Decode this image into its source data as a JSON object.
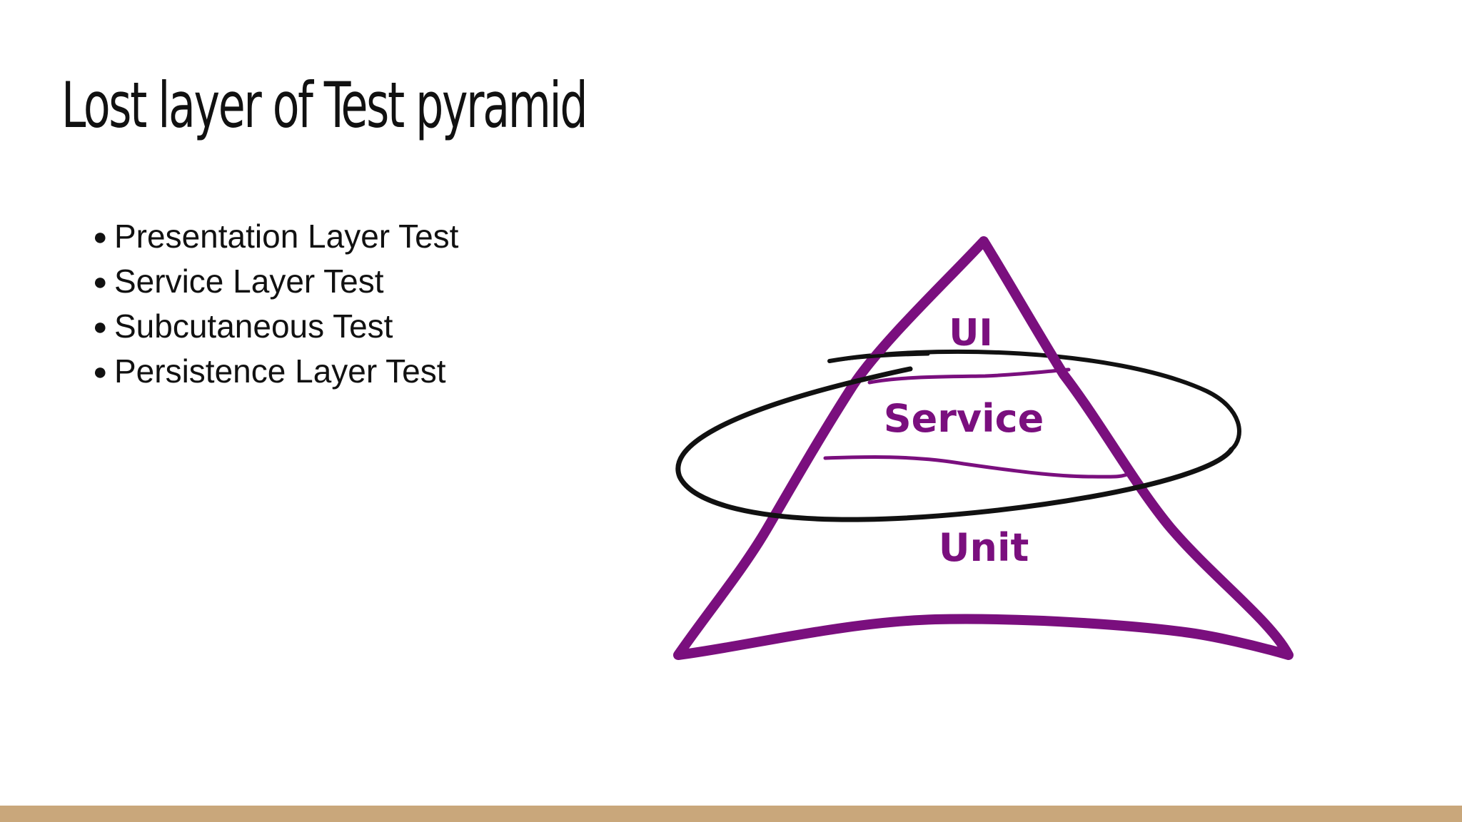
{
  "slide": {
    "title": "Lost layer of Test pyramid",
    "bullet_glyph": "●",
    "bullets": [
      "Presentation Layer Test",
      "Service Layer Test",
      "Subcutaneous Test",
      "Persistence Layer Test"
    ]
  },
  "diagram": {
    "layers": {
      "top": "UI",
      "middle": "Service",
      "bottom": "Unit"
    },
    "pyramid_color": "#7a0f7e",
    "ellipse_color": "#111111"
  },
  "theme": {
    "footer_bar_color": "#c9a77b",
    "text_color": "#111111"
  }
}
